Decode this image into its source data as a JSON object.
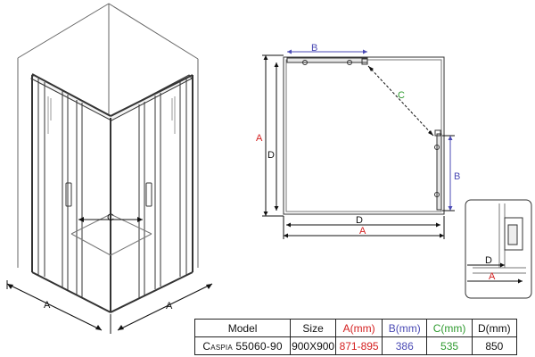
{
  "labels": {
    "persp_c": "C",
    "persp_a_left": "A",
    "persp_a_right": "A",
    "plan_a_vertical": "A",
    "plan_d_vertical": "D",
    "plan_b_top": "B",
    "plan_c_diag": "C",
    "plan_b_side": "B",
    "plan_d_bottom": "D",
    "plan_a_bottom": "A",
    "detail_d": "D",
    "detail_a": "A"
  },
  "colors": {
    "A": "#d42020",
    "B": "#4a4ab4",
    "C": "#2e9a2e",
    "D": "#111111",
    "line": "#333333"
  },
  "table": {
    "headers": [
      "Model",
      "Size",
      "A(mm)",
      "B(mm)",
      "C(mm)",
      "D(mm)"
    ],
    "row": [
      "Caspia 55060-90",
      "900X900",
      "871-895",
      "386",
      "535",
      "850"
    ]
  }
}
